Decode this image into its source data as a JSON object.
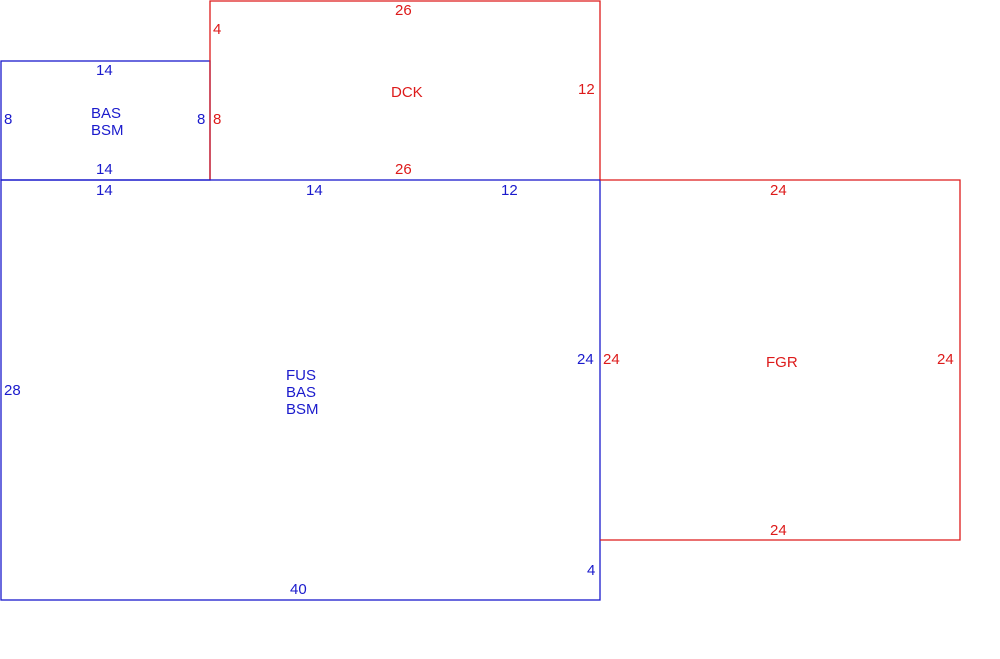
{
  "colors": {
    "blue": "#1a1acc",
    "red": "#dd1a1a"
  },
  "areas": {
    "bas_top": {
      "line1": "BAS",
      "line2": "BSM"
    },
    "deck": {
      "label": "DCK"
    },
    "main": {
      "line1": "FUS",
      "line2": "BAS",
      "line3": "BSM"
    },
    "garage": {
      "label": "FGR"
    }
  },
  "dims": {
    "bas_top_top": "14",
    "bas_top_left": "8",
    "bas_top_right": "8",
    "bas_top_bottom": "14",
    "deck_top": "26",
    "deck_left": "4",
    "deck_left2": "8",
    "deck_right": "12",
    "deck_bottom": "26",
    "main_top_a": "14",
    "main_top_b": "14",
    "main_top_c": "12",
    "main_left": "28",
    "main_right": "24",
    "main_right_small": "4",
    "main_bottom": "40",
    "garage_top": "24",
    "garage_left": "24",
    "garage_right": "24",
    "garage_bottom": "24"
  }
}
